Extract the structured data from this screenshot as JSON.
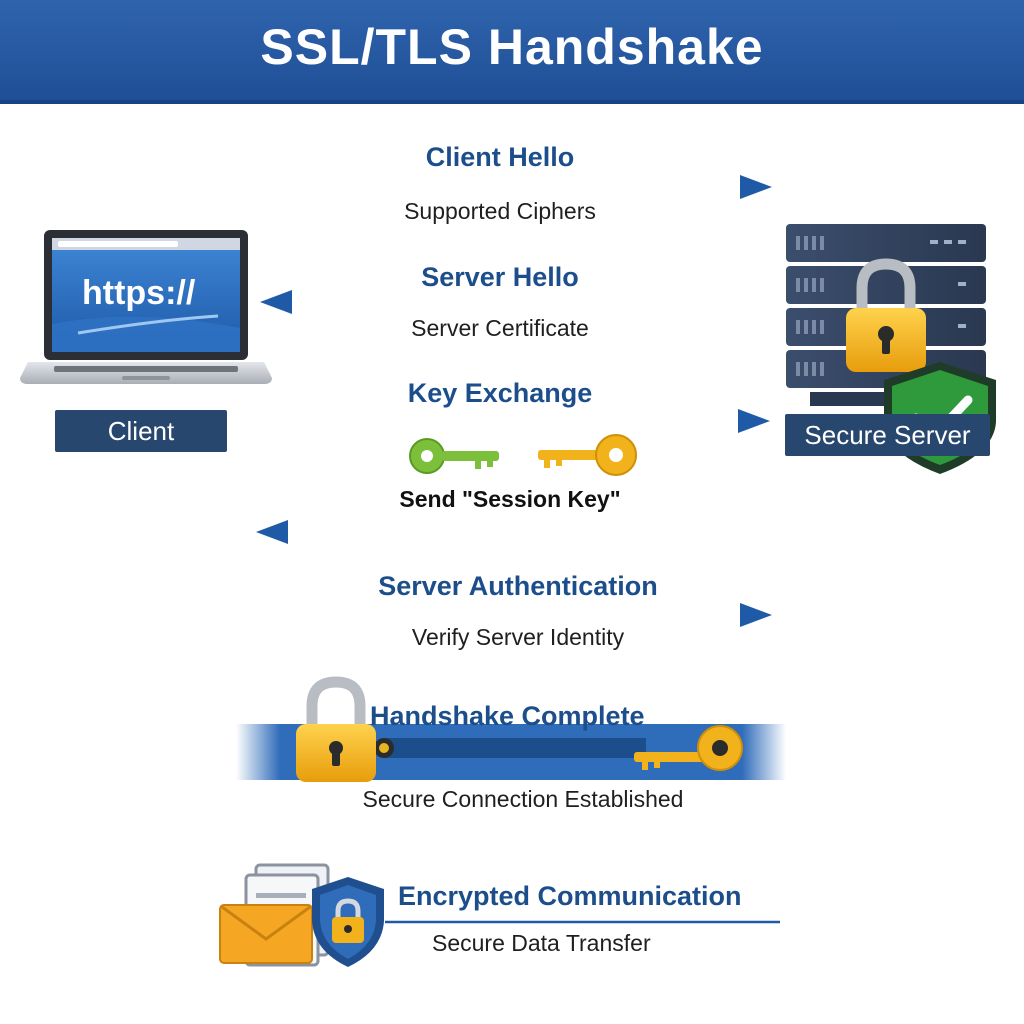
{
  "header": {
    "title": "SSL/TLS Handshake"
  },
  "client": {
    "label": "Client",
    "screen_text": "https://"
  },
  "server": {
    "label": "Secure Server"
  },
  "steps": [
    {
      "title": "Client Hello",
      "subtitle": "Supported Ciphers",
      "direction": "to-server"
    },
    {
      "title": "Server Hello",
      "subtitle": "Server Certificate",
      "direction": "to-client"
    },
    {
      "title": "Key Exchange",
      "subtitle": "Send \"Session Key\"",
      "direction": "to-server"
    },
    {
      "title": "",
      "subtitle": "",
      "direction": "to-client"
    },
    {
      "title": "Server Authentication",
      "subtitle": "Verify Server Identity",
      "direction": "to-server"
    }
  ],
  "complete": {
    "title": "Handshake Complete",
    "subtitle": "Secure Connection Established"
  },
  "encrypted": {
    "title": "Encrypted Communication",
    "subtitle": "Secure Data Transfer"
  },
  "icons": [
    "laptop-icon",
    "server-icon",
    "padlock-icon",
    "shield-check-icon",
    "green-key-icon",
    "gold-key-icon",
    "envelope-icon",
    "document-icon",
    "shield-lock-icon"
  ],
  "colors": {
    "header": "#2a5ea8",
    "title_text": "#1d4e8c",
    "arrow": "#1f5aa6",
    "label_box": "#27476f",
    "lock_gold": "#f2b21c",
    "key_green": "#7cbf3a",
    "shield_green": "#2e9a3c"
  }
}
